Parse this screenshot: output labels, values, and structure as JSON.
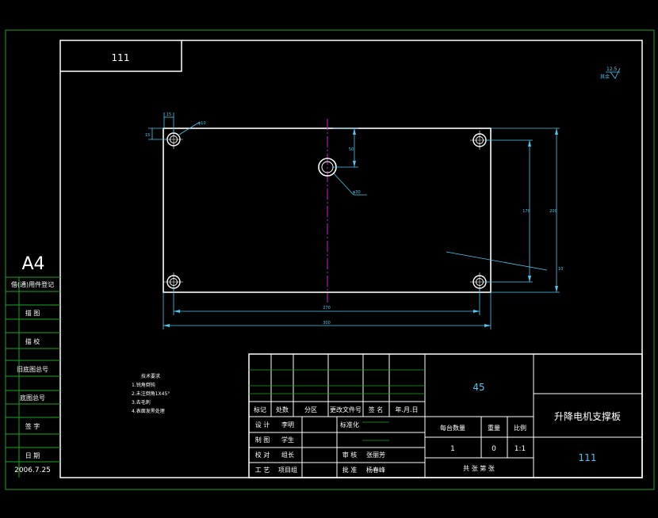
{
  "title_box": {
    "code": "111"
  },
  "sheet": {
    "size": "A4",
    "date": "2006.7.25"
  },
  "side_labels": [
    "借(通)用件登记",
    "描 图",
    "描 校",
    "旧底图总号",
    "底图总号",
    "签 字",
    "日 期"
  ],
  "roughness": {
    "value": "12.5",
    "note": "其余"
  },
  "tech_notes": {
    "title": "技术要求",
    "items": [
      "1.锐角倒钝",
      "2.未注倒角1X45°",
      "3.去毛刺",
      "4.表面发黑处理"
    ]
  },
  "dims": {
    "top_left_small": "15",
    "hole_callout": "φ10",
    "left_small": "15",
    "center_offset": "50",
    "center_callout": "φ30",
    "vertical_inner": "170",
    "vertical_outer": "200",
    "thickness": "10",
    "horizontal_inner": "270",
    "horizontal_outer": "300"
  },
  "title_block": {
    "material": "45",
    "part_name": "升降电机支撑板",
    "drawing_no": "111",
    "header_row": [
      "标记",
      "处数",
      "分区",
      "更改文件号",
      "签 名",
      "年.月.日"
    ],
    "roles_left": [
      "设 计",
      "制 图",
      "校 对",
      "工 艺"
    ],
    "names_left": [
      "李明",
      "学生",
      "组长",
      "项目组"
    ],
    "roles_mid": [
      "标准化",
      "",
      "审 核",
      "批 准"
    ],
    "names_mid": [
      "",
      "",
      "张丽芳",
      "杨春峰"
    ],
    "qty_headers": [
      "每台数量",
      "重量",
      "比例"
    ],
    "qty_values": [
      "1",
      "0",
      "1:1"
    ],
    "sheet_info": "共 张 第 张"
  }
}
